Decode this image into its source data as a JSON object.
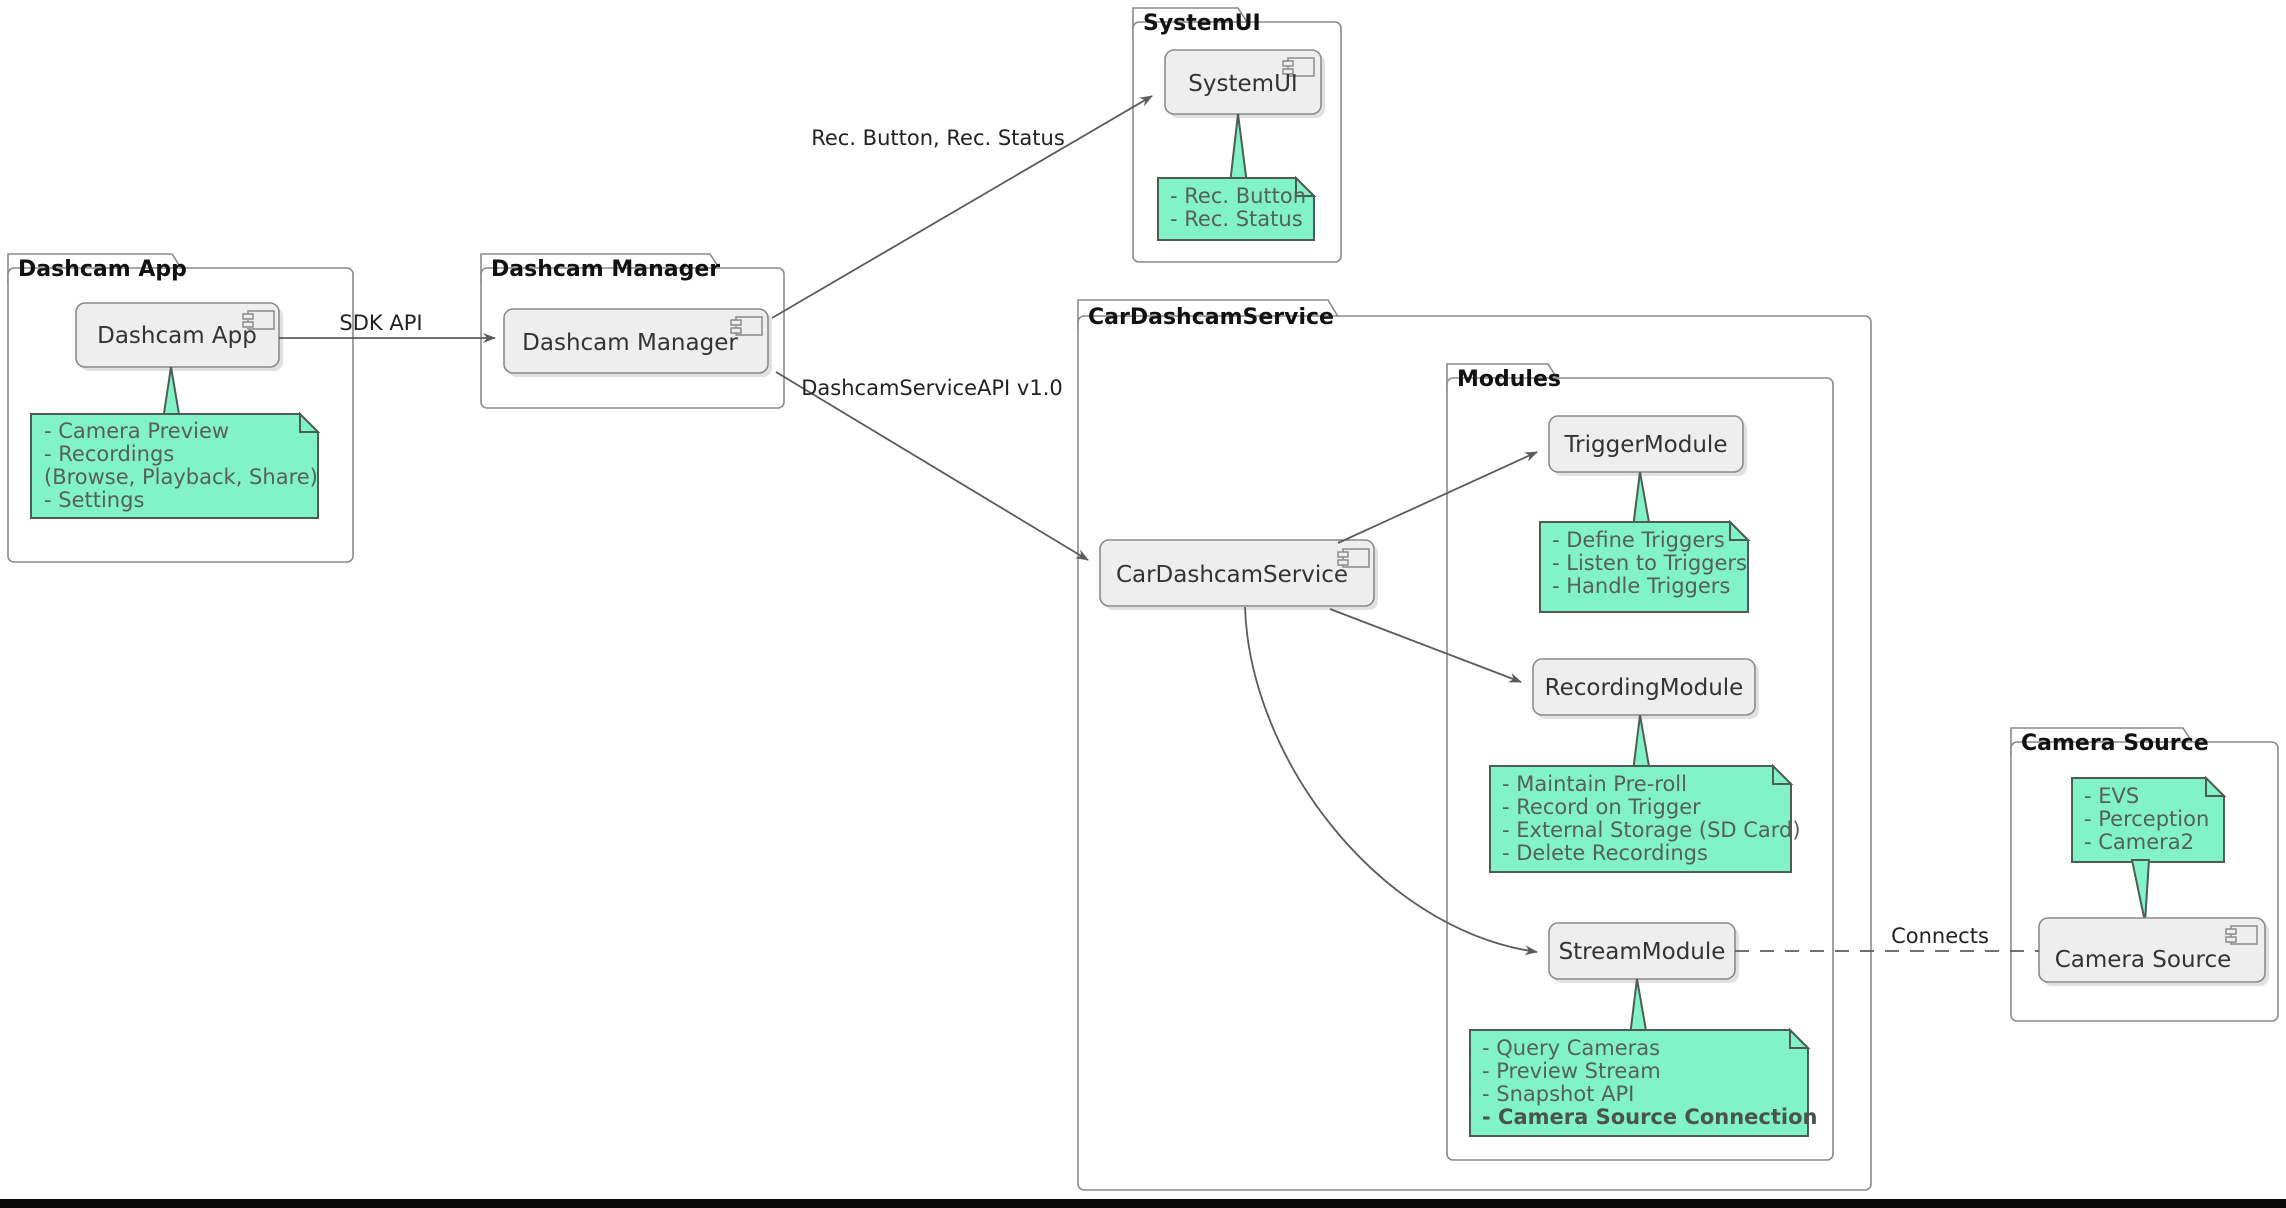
{
  "diagram": {
    "type": "uml-component-diagram",
    "title": "Dashcam architecture component diagram",
    "colors": {
      "note_fill": "#82f3c9",
      "note_border": "#4d5c54",
      "component_fill": "#eeeeee",
      "component_border": "#8a8a8a",
      "package_border": "#8a8a8a",
      "edge": "#5b5b5b",
      "text": "#333333",
      "title_text": "#111111"
    },
    "packages": [
      {
        "id": "dashcam-app",
        "title": "Dashcam App",
        "component": {
          "label": "Dashcam App",
          "icon": "component-icon"
        },
        "note": {
          "anchor": "below-component",
          "lines": [
            "- Camera Preview",
            "- Recordings",
            "  (Browse, Playback, Share)",
            "- Settings"
          ]
        }
      },
      {
        "id": "dashcam-manager",
        "title": "Dashcam Manager",
        "component": {
          "label": "Dashcam Manager",
          "icon": "component-icon"
        },
        "note": null
      },
      {
        "id": "systemui",
        "title": "SystemUI",
        "component": {
          "label": "SystemUI",
          "icon": "component-icon"
        },
        "note": {
          "anchor": "below-component",
          "lines": [
            "- Rec. Button",
            "- Rec. Status"
          ]
        }
      },
      {
        "id": "cardashcamservice",
        "title": "CarDashcamService",
        "component": {
          "label": "CarDashcamService",
          "icon": "component-icon"
        },
        "note": null,
        "subpackages": [
          {
            "id": "modules",
            "title": "Modules",
            "components": [
              {
                "id": "trigger-module",
                "label": "TriggerModule",
                "icon": null,
                "note": {
                  "anchor": "below-component",
                  "lines": [
                    "- Define Triggers",
                    "- Listen to Triggers",
                    "- Handle Triggers"
                  ]
                }
              },
              {
                "id": "recording-module",
                "label": "RecordingModule",
                "icon": null,
                "note": {
                  "anchor": "below-component",
                  "lines": [
                    "- Maintain Pre-roll",
                    "- Record on Trigger",
                    "- External Storage (SD Card)",
                    "- Delete Recordings"
                  ]
                }
              },
              {
                "id": "stream-module",
                "label": "StreamModule",
                "icon": null,
                "note": {
                  "anchor": "below-component",
                  "lines": [
                    {
                      "text": "- Query Cameras",
                      "bold": false
                    },
                    {
                      "text": "- Preview Stream",
                      "bold": false
                    },
                    {
                      "text": "- Snapshot API",
                      "bold": false
                    },
                    {
                      "text": "- Camera Source Connection",
                      "bold": true
                    }
                  ]
                }
              }
            ]
          }
        ]
      },
      {
        "id": "camera-source",
        "title": "Camera Source",
        "component": {
          "label": "Camera Source",
          "icon": "component-icon"
        },
        "note": {
          "anchor": "above-component",
          "lines": [
            "- EVS",
            "- Perception",
            "- Camera2"
          ]
        }
      }
    ],
    "edges": [
      {
        "id": "edge-sdk-api",
        "from": "dashcam-app",
        "to": "dashcam-manager",
        "label": "SDK API",
        "style": "solid-arrow"
      },
      {
        "id": "edge-rec-button-status",
        "from": "dashcam-manager",
        "to": "systemui",
        "label": "Rec. Button, Rec. Status",
        "style": "solid-arrow"
      },
      {
        "id": "edge-dashcamserviceapi",
        "from": "dashcam-manager",
        "to": "cardashcamservice",
        "label": "DashcamServiceAPI v1.0",
        "style": "solid-arrow"
      },
      {
        "id": "edge-to-trigger-module",
        "from": "cardashcamservice",
        "to": "trigger-module",
        "label": "",
        "style": "solid-arrow"
      },
      {
        "id": "edge-to-recording-module",
        "from": "cardashcamservice",
        "to": "recording-module",
        "label": "",
        "style": "solid-arrow"
      },
      {
        "id": "edge-to-stream-module",
        "from": "cardashcamservice",
        "to": "stream-module",
        "label": "",
        "style": "solid-arrow-curved"
      },
      {
        "id": "edge-connects",
        "from": "stream-module",
        "to": "camera-source",
        "label": "Connects",
        "style": "dashed"
      }
    ]
  }
}
